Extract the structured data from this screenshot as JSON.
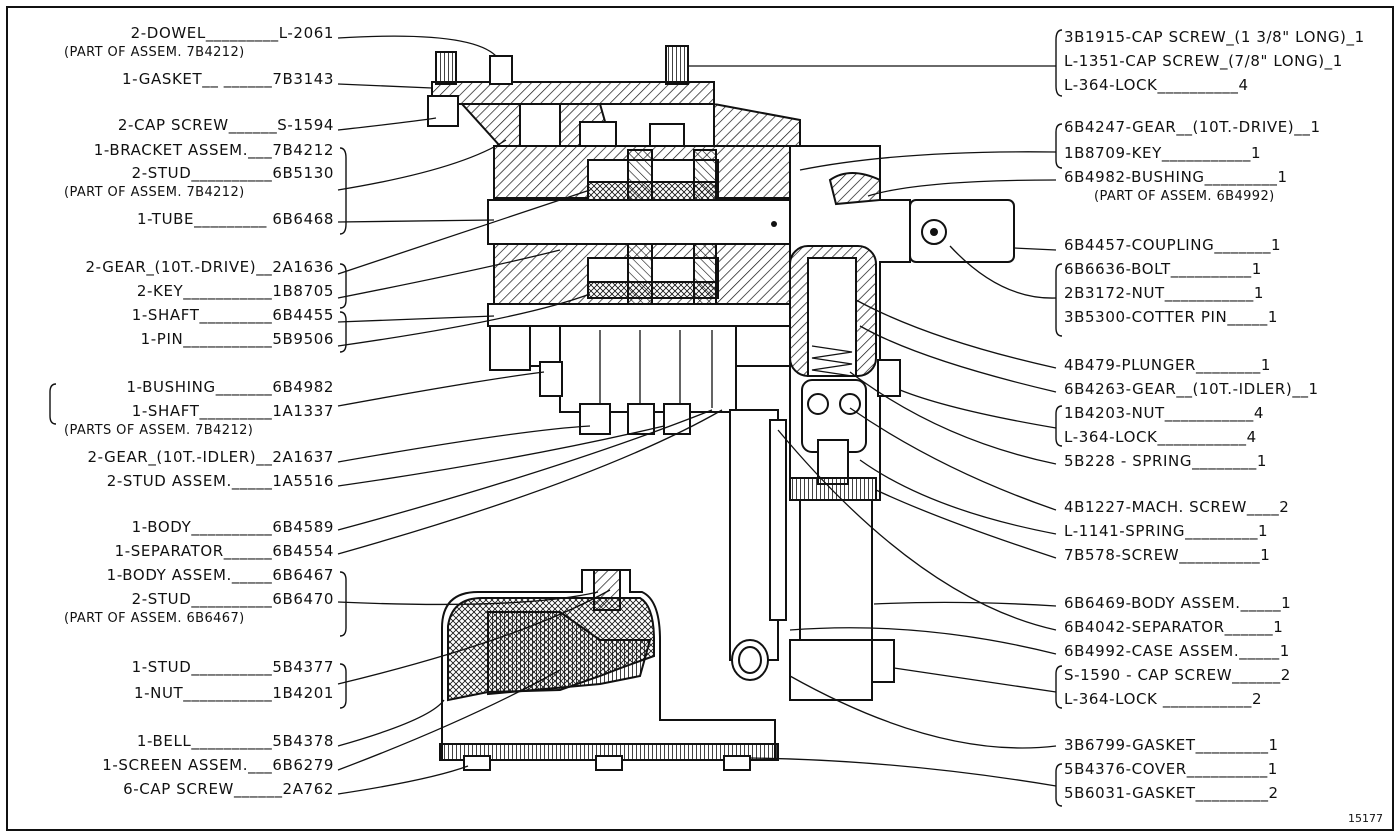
{
  "figure_number": "15177",
  "left_labels": [
    {
      "text": "2-DOWEL_________L-2061",
      "sub": "(PART OF ASSEM. 7B4212)"
    },
    {
      "text": "1-GASKET__ ______7B3143"
    },
    {
      "text": "2-CAP SCREW______S-1594"
    },
    {
      "text": "1-BRACKET ASSEM.___7B4212"
    },
    {
      "text": "2-STUD__________6B5130",
      "sub": "(PART OF ASSEM. 7B4212)"
    },
    {
      "text": "1-TUBE_________ 6B6468"
    },
    {
      "text": "2-GEAR_(10T.-DRIVE)__2A1636"
    },
    {
      "text": "2-KEY___________1B8705"
    },
    {
      "text": "1-SHAFT_________6B4455"
    },
    {
      "text": "1-PIN___________5B9506"
    },
    {
      "text": "1-BUSHING_______6B4982"
    },
    {
      "text": "1-SHAFT_________1A1337",
      "sub": "(PARTS OF ASSEM. 7B4212)"
    },
    {
      "text": "2-GEAR_(10T.-IDLER)__2A1637"
    },
    {
      "text": "2-STUD ASSEM._____1A5516"
    },
    {
      "text": "1-BODY__________6B4589"
    },
    {
      "text": "1-SEPARATOR______6B4554"
    },
    {
      "text": "1-BODY ASSEM._____6B6467"
    },
    {
      "text": "2-STUD__________6B6470",
      "sub": "(PART OF ASSEM. 6B6467)"
    },
    {
      "text": "1-STUD__________5B4377"
    },
    {
      "text": "1-NUT___________1B4201"
    },
    {
      "text": "1-BELL__________5B4378"
    },
    {
      "text": "1-SCREEN ASSEM.___6B6279"
    },
    {
      "text": "6-CAP SCREW______2A762"
    }
  ],
  "right_labels": [
    {
      "text": "3B1915-CAP SCREW_(1 3/8\" LONG)_1"
    },
    {
      "text": "L-1351-CAP SCREW_(7/8\" LONG)_1"
    },
    {
      "text": "L-364-LOCK__________4"
    },
    {
      "text": "6B4247-GEAR__(10T.-DRIVE)__1"
    },
    {
      "text": "1B8709-KEY___________1"
    },
    {
      "text": "6B4982-BUSHING_________1",
      "sub": "(PART OF ASSEM. 6B4992)"
    },
    {
      "text": "6B4457-COUPLING_______1"
    },
    {
      "text": "6B6636-BOLT__________1"
    },
    {
      "text": "2B3172-NUT___________1"
    },
    {
      "text": "3B5300-COTTER PIN_____1"
    },
    {
      "text": "4B479-PLUNGER________1"
    },
    {
      "text": "6B4263-GEAR__(10T.-IDLER)__1"
    },
    {
      "text": "1B4203-NUT___________4"
    },
    {
      "text": "L-364-LOCK___________4"
    },
    {
      "text": "5B228 - SPRING________1"
    },
    {
      "text": "4B1227-MACH. SCREW____2"
    },
    {
      "text": "L-1141-SPRING_________1"
    },
    {
      "text": "7B578-SCREW__________1"
    },
    {
      "text": "6B6469-BODY ASSEM._____1"
    },
    {
      "text": "6B4042-SEPARATOR______1"
    },
    {
      "text": "6B4992-CASE ASSEM._____1"
    },
    {
      "text": "S-1590 - CAP SCREW______2"
    },
    {
      "text": "L-364-LOCK ___________2"
    },
    {
      "text": "3B6799-GASKET_________1"
    },
    {
      "text": "5B4376-COVER__________1"
    },
    {
      "text": "5B6031-GASKET_________2"
    }
  ]
}
